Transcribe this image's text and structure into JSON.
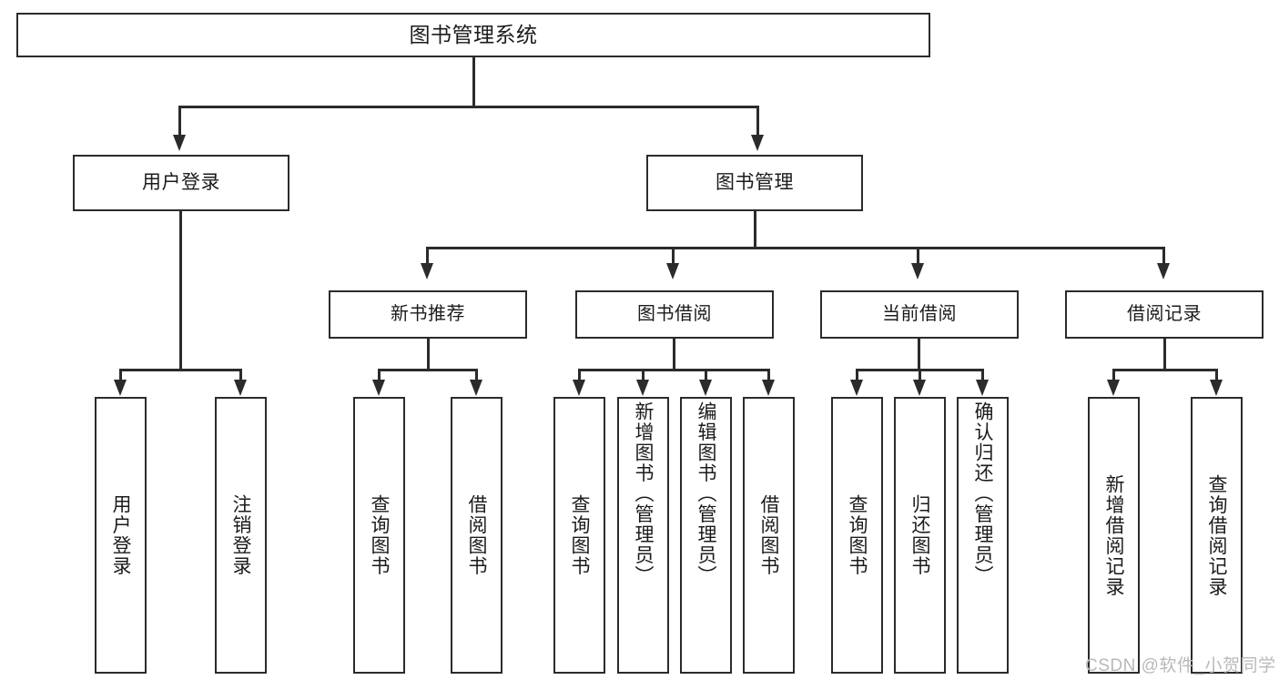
{
  "diagram": {
    "type": "tree",
    "title": "图书管理系统",
    "root": {
      "label": "图书管理系统"
    },
    "level2": [
      {
        "label": "用户登录"
      },
      {
        "label": "图书管理"
      }
    ],
    "level3": [
      {
        "label": "新书推荐"
      },
      {
        "label": "图书借阅"
      },
      {
        "label": "当前借阅"
      },
      {
        "label": "借阅记录"
      }
    ],
    "leaves": {
      "user_login": [
        {
          "label": "用户登录"
        },
        {
          "label": "注销登录"
        }
      ],
      "new_book_recommend": [
        {
          "label": "查询图书"
        },
        {
          "label": "借阅图书"
        }
      ],
      "book_borrow": [
        {
          "label": "查询图书"
        },
        {
          "label": "新增图书（管理员）"
        },
        {
          "label": "编辑图书（管理员）"
        },
        {
          "label": "借阅图书"
        }
      ],
      "current_borrow": [
        {
          "label": "查询图书"
        },
        {
          "label": "归还图书"
        },
        {
          "label": "确认归还（管理员）"
        }
      ],
      "borrow_record": [
        {
          "label": "新增借阅记录"
        },
        {
          "label": "查询借阅记录"
        }
      ]
    }
  },
  "watermark": {
    "text": "CSDN @软件_小贺同学"
  },
  "colors": {
    "border": "#2b2b2b",
    "background": "#ffffff",
    "text": "#1b1b1b",
    "watermark": "#b9b9b9"
  }
}
